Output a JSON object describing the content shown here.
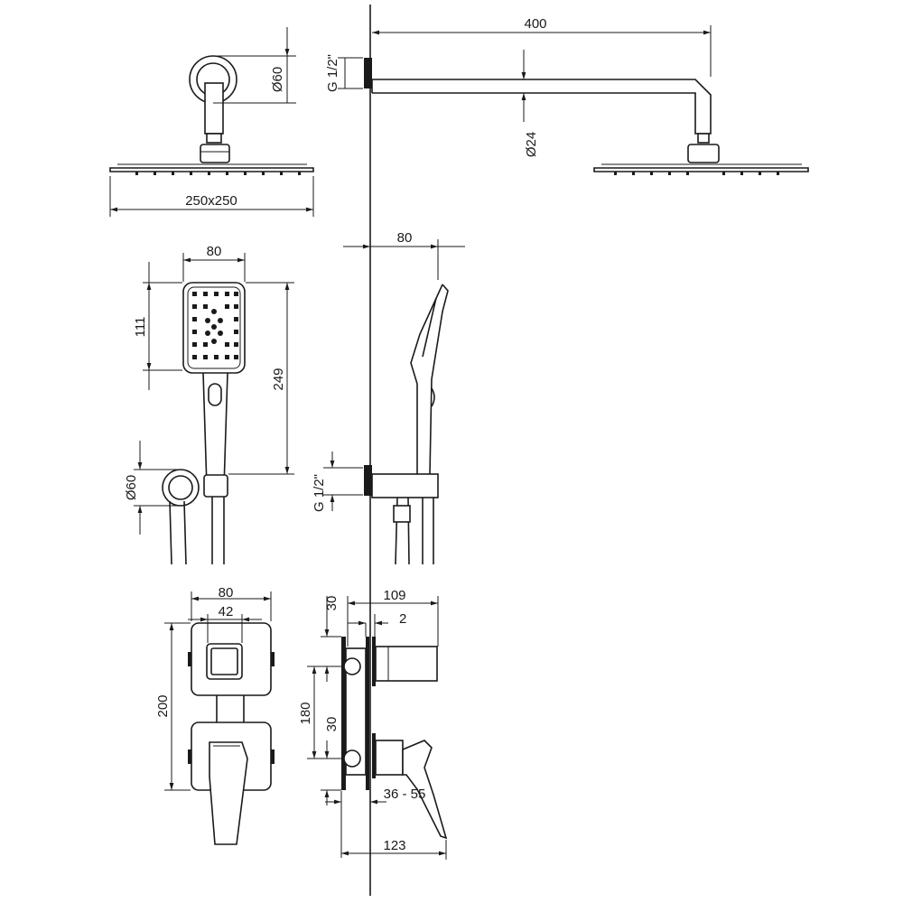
{
  "title": "Shower set technical drawing",
  "dimensions": {
    "arm_length": "400",
    "thread_top": "G 1/2\"",
    "arm_diameter": "Ø24",
    "flange_diameter_top": "Ø60",
    "head_size": "250x250",
    "hand_width": "80",
    "hand_head_height": "111",
    "hand_total_height": "249",
    "holder_diameter": "Ø60",
    "thread_mid": "G 1/2\"",
    "hand_depth": "80",
    "mixer_width": "80",
    "knob_width": "42",
    "mixer_height": "200",
    "top_offset": "30",
    "mixer_depth": "109",
    "plate_gap": "2",
    "axis_distance": "180",
    "bottom_offset": "30",
    "install_depth": "36 - 55",
    "total_depth": "123"
  }
}
